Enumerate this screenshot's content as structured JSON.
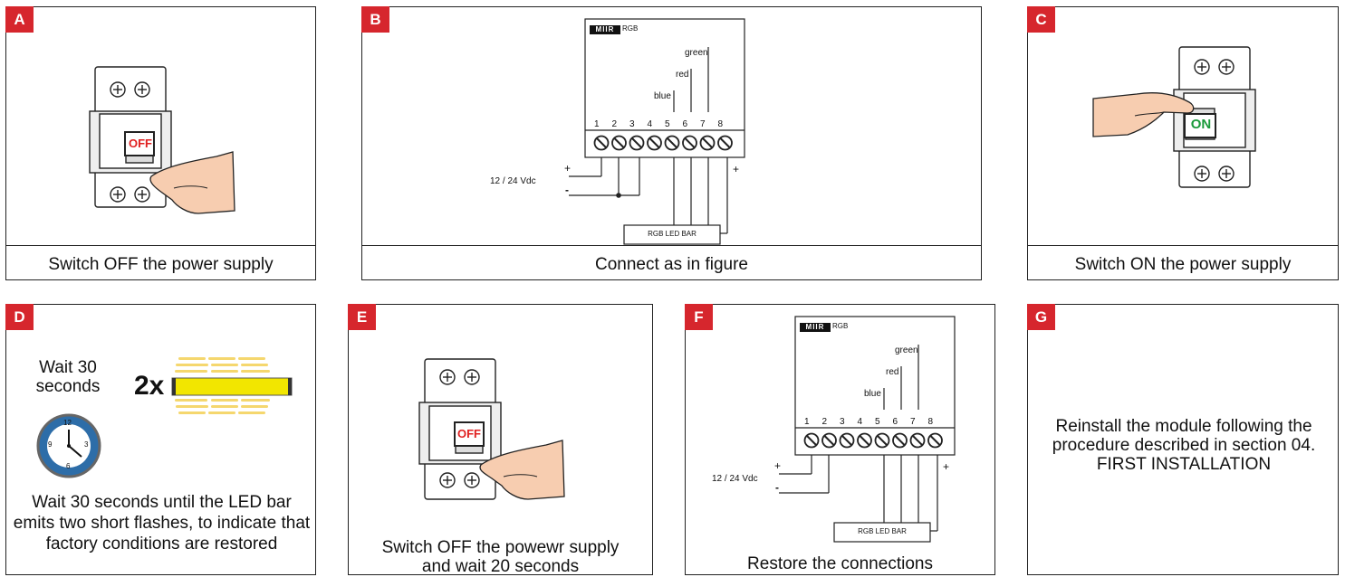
{
  "panels": {
    "a": {
      "tag": "A",
      "caption": "Switch OFF the power supply",
      "switch_label": "OFF"
    },
    "b": {
      "tag": "B",
      "caption": "Connect as in figure"
    },
    "c": {
      "tag": "C",
      "caption": "Switch ON the power supply",
      "switch_label": "ON"
    },
    "d": {
      "tag": "D",
      "wait_label": "Wait 30 seconds",
      "count_label": "2x",
      "text": "Wait 30 seconds until the LED bar emits two short flashes, to indicate that factory conditions are restored",
      "clock_numbers": [
        "12",
        "3",
        "6",
        "9"
      ]
    },
    "e": {
      "tag": "E",
      "caption_line1": "Switch OFF the powewr supply",
      "caption_line2": "and wait 20 seconds",
      "switch_label": "OFF"
    },
    "f": {
      "tag": "F",
      "caption": "Restore the connections"
    },
    "g": {
      "tag": "G",
      "text": "Reinstall the module following the procedure described in section 04. FIRST INSTALLATION"
    }
  },
  "wiring": {
    "brand": "MIIR",
    "model": "RGB",
    "terminals": [
      "1",
      "2",
      "3",
      "4",
      "5",
      "6",
      "7",
      "8"
    ],
    "wire_blue": "blue",
    "wire_red": "red",
    "wire_green": "green",
    "supply_label": "12 / 24 Vdc",
    "plus": "+",
    "minus": "-",
    "led_bar": "RGB LED BAR"
  },
  "colors": {
    "tag": "#d6262d",
    "switch_label_off": "#e02020",
    "switch_label_on": "#1a9a3a",
    "clock_face": "#2d6da8",
    "led_bar": "#f2e600",
    "glow": "#f5d76e",
    "hand_skin": "#f7cdb0"
  }
}
